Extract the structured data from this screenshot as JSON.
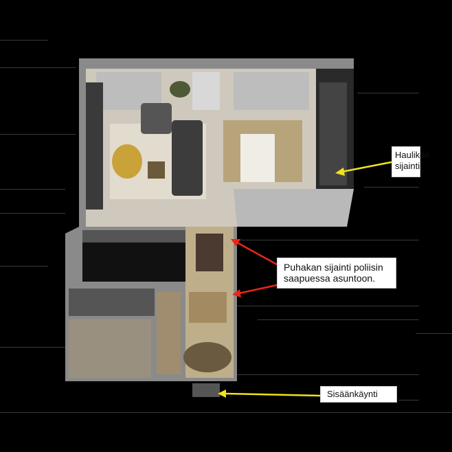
{
  "annotations": {
    "shotgun": {
      "label": "Haulikon sijainti",
      "arrow_color": "#f2e21a"
    },
    "person": {
      "label": "Puhakan sijainti poliisin saapuessa asuntoon.",
      "arrow_color": "#e8261a"
    },
    "entrance": {
      "label": "Sisäänkäynti",
      "arrow_color": "#f2e21a"
    }
  }
}
